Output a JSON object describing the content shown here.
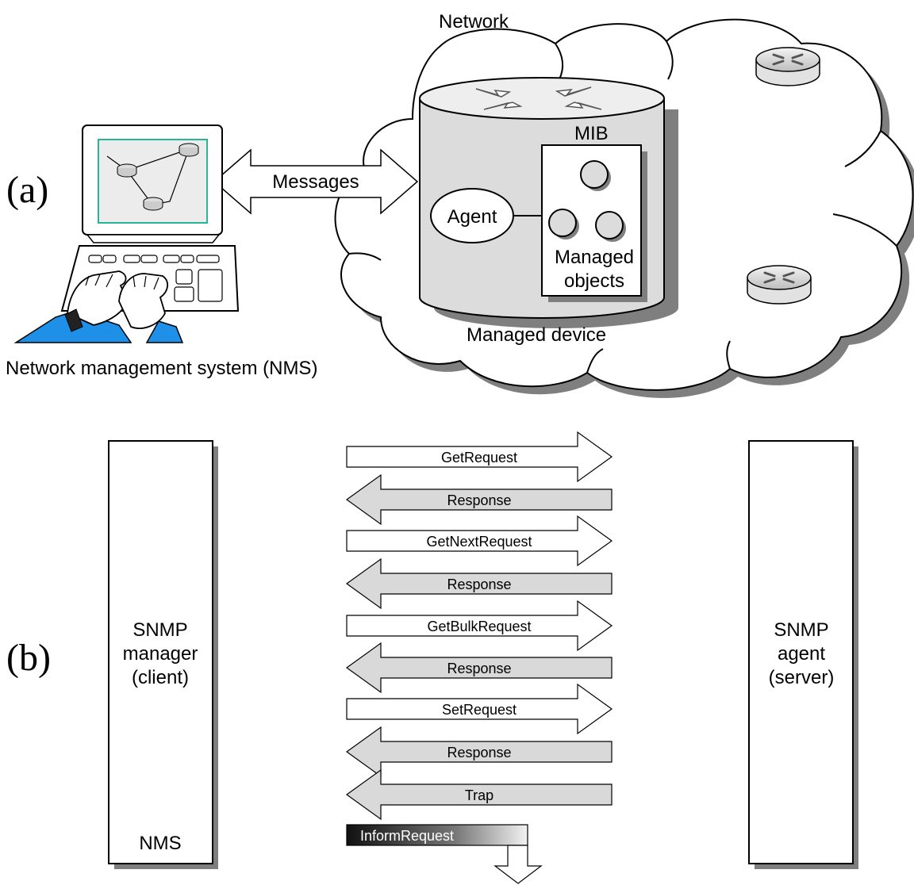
{
  "part_a": {
    "panel_label": "(a)",
    "network_label": "Network",
    "nms_label": "Network management system (NMS)",
    "messages_label": "Messages",
    "managed_device_label": "Managed device",
    "agent_label": "Agent",
    "mib_label": "MIB",
    "managed_objects_line1": "Managed",
    "managed_objects_line2": "objects"
  },
  "part_b": {
    "panel_label": "(b)",
    "manager": {
      "line1": "SNMP",
      "line2": "manager",
      "line3": "(client)",
      "bottom": "NMS"
    },
    "agent": {
      "line1": "SNMP",
      "line2": "agent",
      "line3": "(server)"
    },
    "messages": [
      {
        "label": "GetRequest",
        "direction": "right"
      },
      {
        "label": "Response",
        "direction": "left"
      },
      {
        "label": "GetNextRequest",
        "direction": "right"
      },
      {
        "label": "Response",
        "direction": "left"
      },
      {
        "label": "GetBulkRequest",
        "direction": "right"
      },
      {
        "label": "Response",
        "direction": "left"
      },
      {
        "label": "SetRequest",
        "direction": "right"
      },
      {
        "label": "Response",
        "direction": "left"
      },
      {
        "label": "Trap",
        "direction": "left"
      },
      {
        "label": "InformRequest",
        "direction": "down"
      }
    ]
  },
  "colors": {
    "request_fill": "#ffffff",
    "response_fill": "#d9d9d9",
    "cylinder_fill": "#dcdcdc",
    "shadow": "#8c8c8c",
    "screen_border": "#29b39a",
    "sleeve": "#1e90e8"
  },
  "icons": [
    "router-icon",
    "computer-workstation-icon",
    "hands-typing-icon"
  ]
}
